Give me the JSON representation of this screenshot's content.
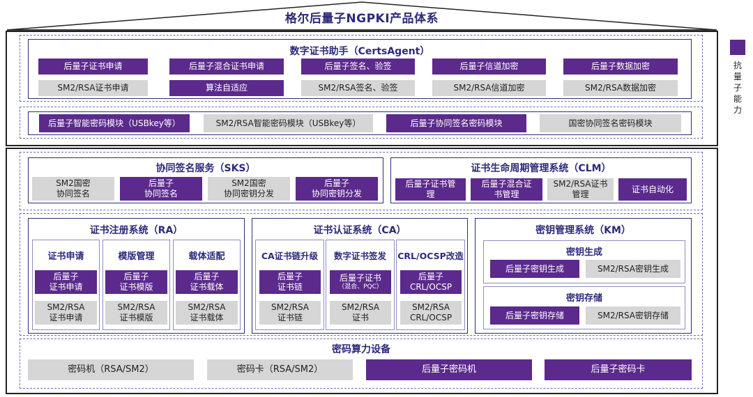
{
  "title": "格尔后量子NGPKI产品体系",
  "legend": {
    "label": "抗量子能力",
    "color": "#5b2a8c"
  },
  "certs_agent": {
    "title": "数字证书助手（CertsAgent）",
    "row1": [
      "后量子证书申请",
      "后量子混合证书申请",
      "后量子签名、验签",
      "后量子信道加密",
      "后量子数据加密"
    ],
    "row2": [
      "SM2/RSA证书申请",
      "算法自适应",
      "SM2/RSA签名、验签",
      "SM2/RSA信道加密",
      "SM2/RSA数据加密"
    ]
  },
  "modules": [
    "后量子智能密码模块（USBkey等）",
    "SM2/RSA智能密码模块（USBkey等）",
    "后量子协同签名密码模块",
    "国密协同签名密码模块"
  ],
  "sks": {
    "title": "协同签名服务（SKS）",
    "items": [
      "SM2国密\n协同签名",
      "后量子\n协同签名",
      "SM2国密\n协同密钥分发",
      "后量子\n协同密钥分发"
    ]
  },
  "clm": {
    "title": "证书生命周期管理系统（CLM）",
    "items": [
      "后量子证书管\n理",
      "后量子混合证\n书管理",
      "SM2/RSA证书\n管理",
      "证书自动化"
    ]
  },
  "ra": {
    "title": "证书注册系统（RA）",
    "cols": [
      {
        "head": "证书申请",
        "pq": "后量子\n证书申请",
        "sm": "SM2/RSA\n证书申请"
      },
      {
        "head": "模版管理",
        "pq": "后量子\n证书模版",
        "sm": "SM2/RSA\n证书模版"
      },
      {
        "head": "载体适配",
        "pq": "后量子\n证书载体",
        "sm": "SM2/RSA\n证书载体"
      }
    ]
  },
  "ca": {
    "title": "证书认证系统（CA）",
    "cols": [
      {
        "head": "CA证书链升级",
        "pq": "后量子\n证书链",
        "sm": "SM2/RSA\n证书链"
      },
      {
        "head": "数字证书签发",
        "pq": "后量子证书",
        "pq_note": "（混合、PQC）",
        "sm": "SM2/RSA\n证书"
      },
      {
        "head": "CRL/OCSP改造",
        "pq": "后量子\nCRL/OCSP",
        "sm": "SM2/RSA\nCRL/OCSP"
      }
    ]
  },
  "km": {
    "title": "密钥管理系统（KM）",
    "gen": {
      "title": "密钥生成",
      "pq": "后量子密钥生成",
      "sm": "SM2/RSA密钥生成"
    },
    "store": {
      "title": "密钥存储",
      "pq": "后量子密钥存储",
      "sm": "SM2/RSA密钥存储"
    }
  },
  "crypto": {
    "title": "密码算力设备",
    "items": [
      "密码机（RSA/SM2）",
      "密码卡（RSA/SM2）",
      "后量子密码机",
      "后量子密码卡"
    ]
  }
}
